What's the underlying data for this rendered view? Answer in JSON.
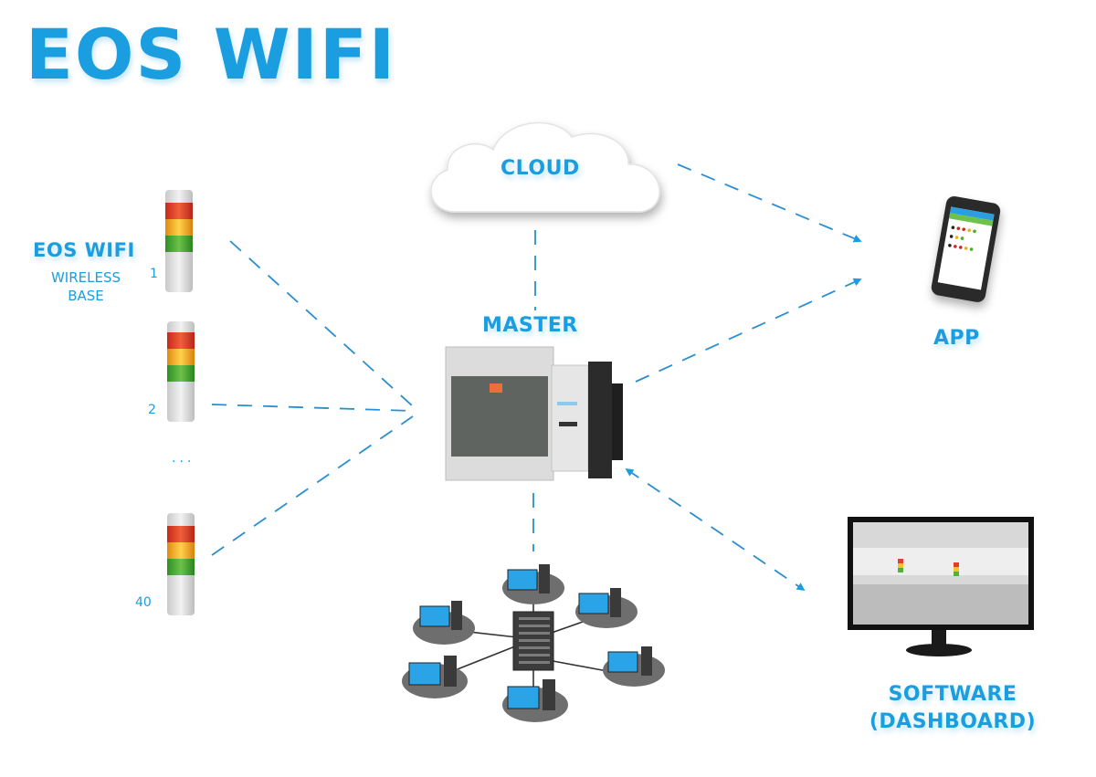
{
  "title": "EOS WIFI",
  "colors": {
    "accent": "#1a9ee0",
    "line": "#2a8fd0"
  },
  "wireless_base": {
    "label": "EOS WIFI",
    "sublabel": "WIRELESS BASE",
    "towers": [
      {
        "number": "1"
      },
      {
        "number": "2"
      },
      {
        "number": "40"
      }
    ],
    "ellipsis": "..."
  },
  "nodes": {
    "cloud": {
      "label": "CLOUD",
      "icon": "cloud-icon"
    },
    "master": {
      "label": "MASTER",
      "icon": "wireless-bridge-device"
    },
    "app": {
      "label": "APP",
      "icon": "smartphone-icon"
    },
    "software": {
      "label": "SOFTWARE (DASHBOARD)",
      "icon": "monitor-icon"
    },
    "network": {
      "label": "",
      "icon": "server-network-icon",
      "workstations": 6
    }
  },
  "connections": [
    {
      "from": "tower-1",
      "to": "master",
      "style": "dashed"
    },
    {
      "from": "tower-2",
      "to": "master",
      "style": "dashed"
    },
    {
      "from": "tower-40",
      "to": "master",
      "style": "dashed"
    },
    {
      "from": "cloud",
      "to": "master",
      "style": "dashed"
    },
    {
      "from": "cloud",
      "to": "app",
      "style": "dashed-arrow"
    },
    {
      "from": "master",
      "to": "app",
      "style": "dashed-arrow"
    },
    {
      "from": "master",
      "to": "software",
      "style": "dashed-double-arrow"
    },
    {
      "from": "master",
      "to": "network",
      "style": "dashed"
    }
  ]
}
